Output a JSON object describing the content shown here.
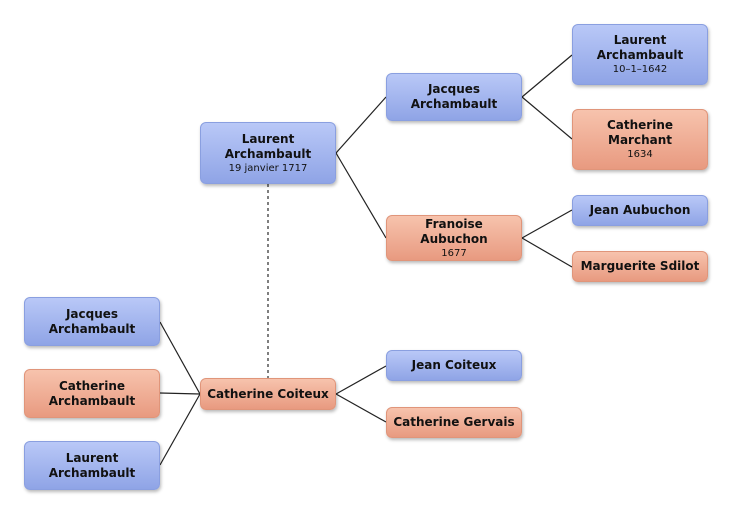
{
  "colors": {
    "male": "#99acea",
    "female": "#eea78c",
    "line": "#222222"
  },
  "nodes": {
    "root_laurent": {
      "name": "Laurent Archambault",
      "date": "19 janvier 1717",
      "sex": "male"
    },
    "jacques_father": {
      "name": "Jacques Archambault",
      "date": "",
      "sex": "male"
    },
    "francoise": {
      "name": "Franoise Aubuchon",
      "date": "1677",
      "sex": "female"
    },
    "laurent_gf": {
      "name": "Laurent Archambault",
      "date": "10–1–1642",
      "sex": "male"
    },
    "catherine_marchant": {
      "name": "Catherine Marchant",
      "date": "1634",
      "sex": "female"
    },
    "jean_aubuchon": {
      "name": "Jean Aubuchon",
      "date": "",
      "sex": "male"
    },
    "marguerite": {
      "name": "Marguerite Sdilot",
      "date": "",
      "sex": "female"
    },
    "catherine_coiteux": {
      "name": "Catherine Coiteux",
      "date": "",
      "sex": "female"
    },
    "jean_coiteux": {
      "name": "Jean Coiteux",
      "date": "",
      "sex": "male"
    },
    "catherine_gervais": {
      "name": "Catherine Gervais",
      "date": "",
      "sex": "female"
    },
    "child_jacques": {
      "name": "Jacques Archambault",
      "date": "",
      "sex": "male"
    },
    "child_catherine": {
      "name": "Catherine Archambault",
      "date": "",
      "sex": "female"
    },
    "child_laurent": {
      "name": "Laurent Archambault",
      "date": "",
      "sex": "male"
    }
  }
}
